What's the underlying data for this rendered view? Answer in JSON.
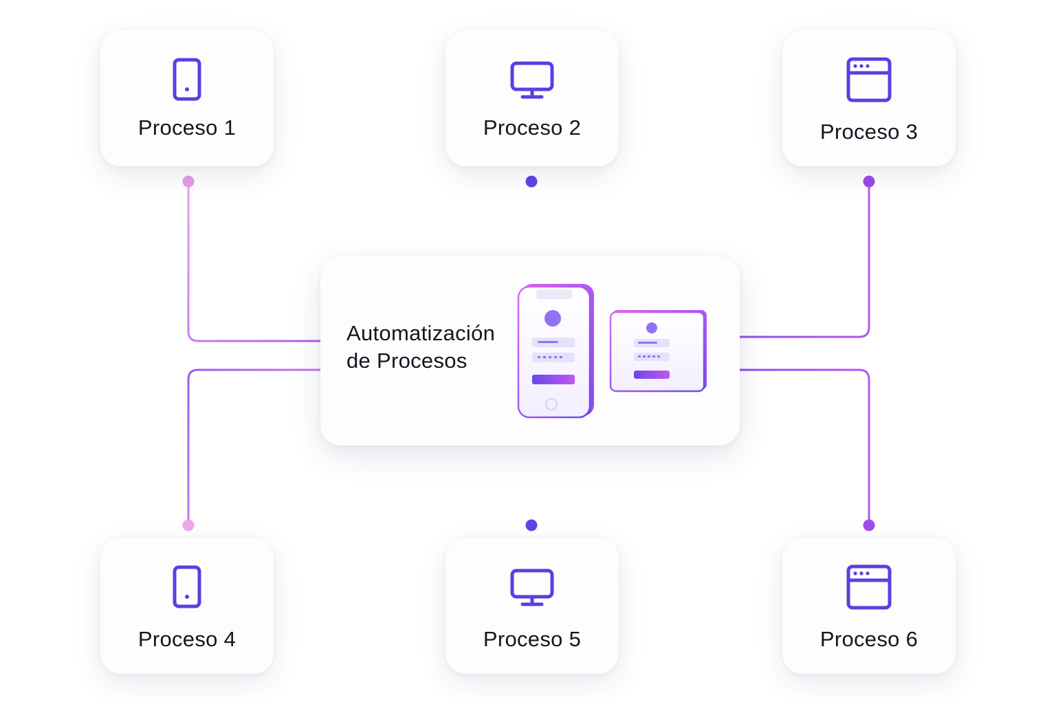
{
  "center": {
    "title_line1": "Automatización",
    "title_line2": "de Procesos"
  },
  "processes": [
    {
      "label": "Proceso 1",
      "icon": "smartphone-icon"
    },
    {
      "label": "Proceso 2",
      "icon": "monitor-icon"
    },
    {
      "label": "Proceso 3",
      "icon": "browser-window-icon"
    },
    {
      "label": "Proceso 4",
      "icon": "smartphone-icon"
    },
    {
      "label": "Proceso 5",
      "icon": "monitor-icon"
    },
    {
      "label": "Proceso 6",
      "icon": "browser-window-icon"
    }
  ],
  "colors": {
    "icon": "#5b3fe0",
    "connector_violet": "#6a48e8",
    "connector_purple": "#a64ef0",
    "connector_pink": "#e07ae8",
    "text": "#15151f"
  }
}
